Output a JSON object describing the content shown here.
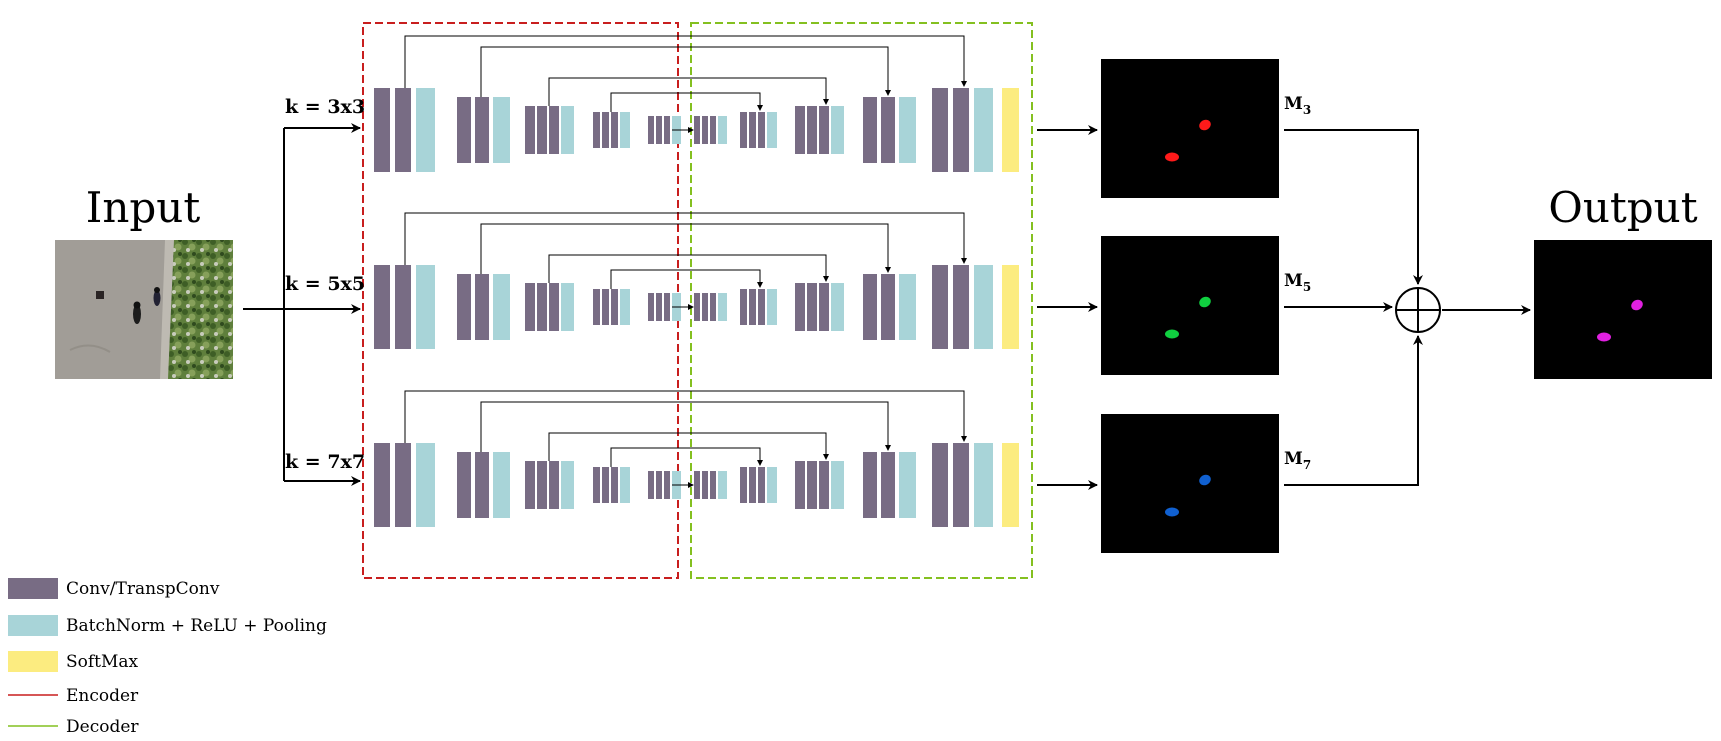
{
  "input": {
    "title": "Input"
  },
  "output": {
    "title": "Output"
  },
  "branches": [
    {
      "kernel_label": "k = 3x3",
      "map_label": "M",
      "map_subscript": "3",
      "blob_color": "#ff1a1a"
    },
    {
      "kernel_label": "k = 5x5",
      "map_label": "M",
      "map_subscript": "5",
      "blob_color": "#10d040"
    },
    {
      "kernel_label": "k = 7x7",
      "map_label": "M",
      "map_subscript": "7",
      "blob_color": "#1060d0"
    }
  ],
  "output_blob_color": "#e020e0",
  "fusion_operator": "sum-circle-icon",
  "colors": {
    "conv": "#786c84",
    "batchnorm": "#a8d4d8",
    "softmax": "#fcec80",
    "encoder": "#c81e1e",
    "decoder": "#84c020"
  },
  "legend": [
    {
      "kind": "box",
      "color": "#786c84",
      "label": "Conv/TranspConv"
    },
    {
      "kind": "box",
      "color": "#a8d4d8",
      "label": "BatchNorm + ReLU + Pooling"
    },
    {
      "kind": "box",
      "color": "#fcec80",
      "label": "SoftMax"
    },
    {
      "kind": "line",
      "color": "#c81e1e",
      "label": "Encoder"
    },
    {
      "kind": "line",
      "color": "#84c020",
      "label": "Decoder"
    }
  ]
}
